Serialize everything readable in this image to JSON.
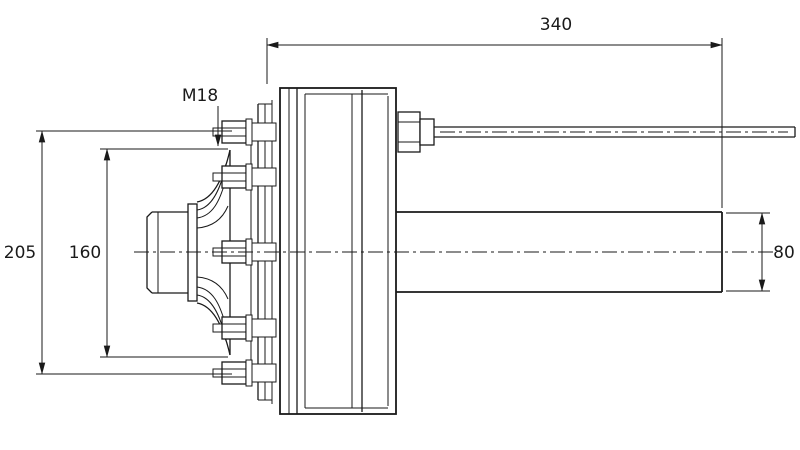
{
  "drawing": {
    "component": "braked axle assembly - side view technical drawing",
    "background_color": "#ffffff",
    "line_color": "#1a1a1a",
    "dimensions": {
      "overall_length": "340",
      "thread_callout": "M18",
      "flange_diameter": "205",
      "bolt_circle_diameter": "160",
      "tube_diameter": "80"
    }
  }
}
